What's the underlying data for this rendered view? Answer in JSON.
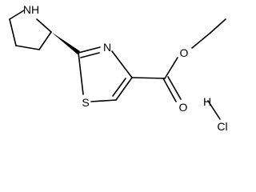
{
  "molecule": {
    "atoms": {
      "pyrrolidine_n": "NH",
      "thiazole_n": "N",
      "thiazole_s": "S",
      "carbonyl_o": "O",
      "ester_o": "O",
      "hcl_h": "H",
      "hcl_cl": "Cl"
    }
  }
}
